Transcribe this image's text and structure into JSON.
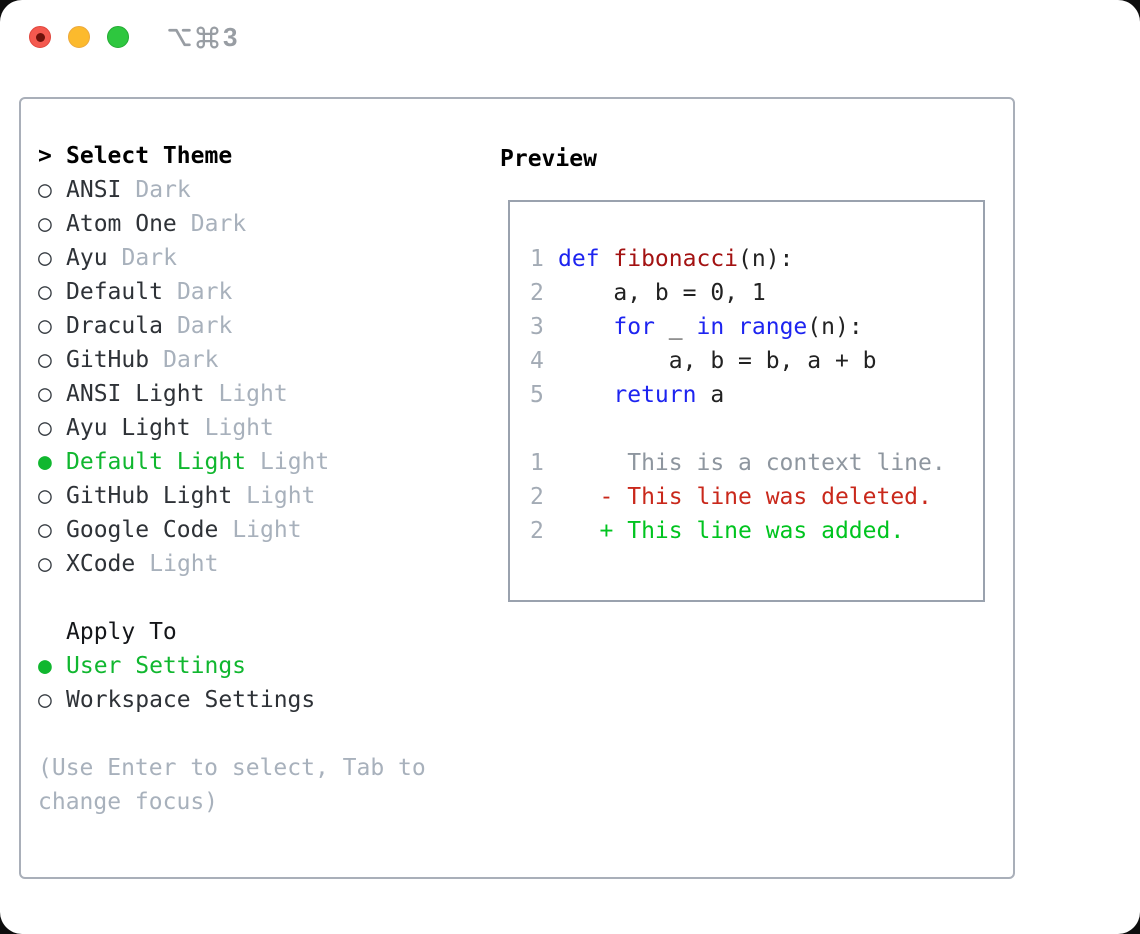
{
  "titlebar": {
    "buttons": [
      "close",
      "minimize",
      "zoom"
    ],
    "icons": [
      "option-key-icon",
      "command-key-icon"
    ],
    "shortcut_number": "3"
  },
  "theme_picker": {
    "caret": ">",
    "header": "Select Theme",
    "items": [
      {
        "bullet": "○",
        "name": "ANSI",
        "variant": "Dark",
        "selected": false
      },
      {
        "bullet": "○",
        "name": "Atom One",
        "variant": "Dark",
        "selected": false
      },
      {
        "bullet": "○",
        "name": "Ayu",
        "variant": "Dark",
        "selected": false
      },
      {
        "bullet": "○",
        "name": "Default",
        "variant": "Dark",
        "selected": false
      },
      {
        "bullet": "○",
        "name": "Dracula",
        "variant": "Dark",
        "selected": false
      },
      {
        "bullet": "○",
        "name": "GitHub",
        "variant": "Dark",
        "selected": false
      },
      {
        "bullet": "○",
        "name": "ANSI Light",
        "variant": "Light",
        "selected": false
      },
      {
        "bullet": "○",
        "name": "Ayu Light",
        "variant": "Light",
        "selected": false
      },
      {
        "bullet": "●",
        "name": "Default Light",
        "variant": "Light",
        "selected": true
      },
      {
        "bullet": "○",
        "name": "GitHub Light",
        "variant": "Light",
        "selected": false
      },
      {
        "bullet": "○",
        "name": "Google Code",
        "variant": "Light",
        "selected": false
      },
      {
        "bullet": "○",
        "name": "XCode",
        "variant": "Light",
        "selected": false
      }
    ],
    "apply_header": "Apply To",
    "apply_items": [
      {
        "bullet": "●",
        "name": "User Settings",
        "selected": true
      },
      {
        "bullet": "○",
        "name": "Workspace Settings",
        "selected": false
      }
    ],
    "hint": "(Use Enter to select, Tab to change focus)"
  },
  "preview": {
    "title": "Preview",
    "lines": [
      {
        "num": "1",
        "segs": [
          {
            "t": "def ",
            "c": "kw"
          },
          {
            "t": "fibonacci",
            "c": "fn"
          },
          {
            "t": "(n):",
            "c": "plain"
          }
        ]
      },
      {
        "num": "2",
        "segs": [
          {
            "t": "    a, b = 0, 1",
            "c": "plain"
          }
        ]
      },
      {
        "num": "3",
        "segs": [
          {
            "t": "    ",
            "c": "plain"
          },
          {
            "t": "for",
            "c": "kw"
          },
          {
            "t": " _ ",
            "c": "plain"
          },
          {
            "t": "in",
            "c": "kw"
          },
          {
            "t": " ",
            "c": "plain"
          },
          {
            "t": "range",
            "c": "kw"
          },
          {
            "t": "(n):",
            "c": "plain"
          }
        ]
      },
      {
        "num": "4",
        "segs": [
          {
            "t": "        a, b = b, a + b",
            "c": "plain"
          }
        ]
      },
      {
        "num": "5",
        "segs": [
          {
            "t": "    ",
            "c": "plain"
          },
          {
            "t": "return",
            "c": "kw"
          },
          {
            "t": " a",
            "c": "plain"
          }
        ]
      },
      {
        "num": "",
        "segs": []
      },
      {
        "num": "1",
        "segs": [
          {
            "t": "     This is a context line.",
            "c": "ctx"
          }
        ]
      },
      {
        "num": "2",
        "segs": [
          {
            "t": "   - This line was deleted.",
            "c": "del"
          }
        ]
      },
      {
        "num": "2",
        "segs": [
          {
            "t": "   + This line was added.",
            "c": "add"
          }
        ]
      }
    ]
  },
  "colors": {
    "selected_green": "#10b72f",
    "added_green": "#00c41f",
    "deleted_red": "#c9281b",
    "keyword_blue": "#1d24f0",
    "function_red": "#a31212",
    "muted_gray": "#a8b1bc",
    "traffic_red": "#f4594f",
    "traffic_yellow": "#fcba2d",
    "traffic_green": "#2ec73f"
  }
}
